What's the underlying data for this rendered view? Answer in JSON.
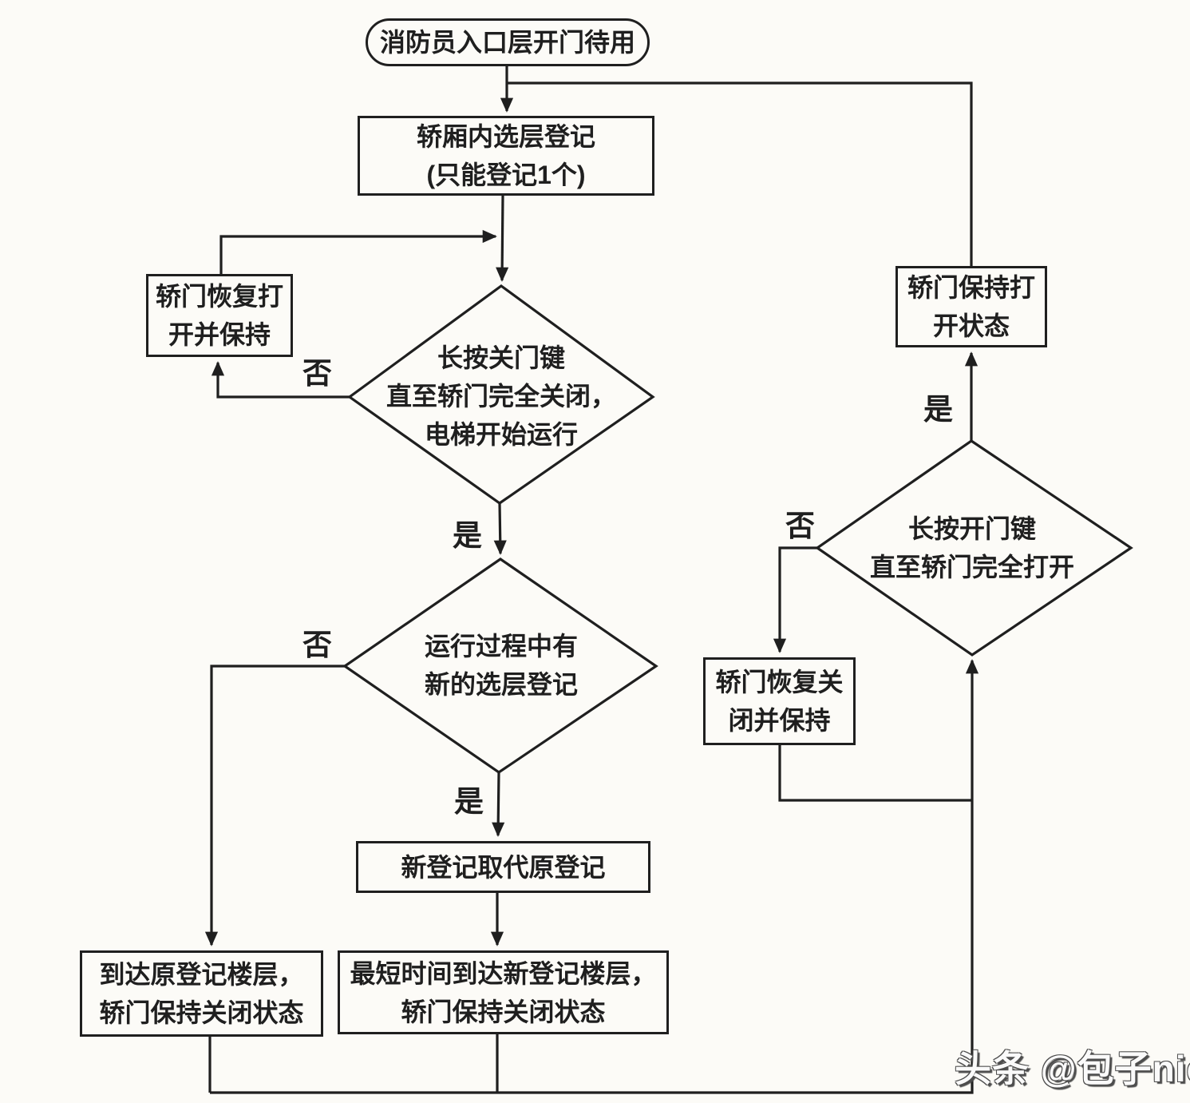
{
  "page": {
    "background": "#fcfbf7",
    "line_color": "#1f1f1f",
    "watermark_fill": "#fafafa",
    "watermark_shadow": "#4d4d4d"
  },
  "labels": {
    "yes": "是",
    "no": "否"
  },
  "watermark": "头条 @包子nie",
  "nodes": {
    "start": {
      "text": "消防员入口层开门待用"
    },
    "register": {
      "lines": [
        "轿厢内选层登记",
        "(只能登记1个)"
      ]
    },
    "door_reopen_hold": {
      "lines": [
        "轿门恢复打",
        "开并保持"
      ]
    },
    "close_door_decision": {
      "lines": [
        "长按关门键",
        "直至轿门完全关闭，",
        "电梯开始运行"
      ]
    },
    "new_registration_decision": {
      "lines": [
        "运行过程中有",
        "新的选层登记"
      ]
    },
    "replace_registration": {
      "lines": [
        "新登记取代原登记"
      ]
    },
    "arrive_original": {
      "lines": [
        "到达原登记楼层，",
        "轿门保持关闭状态"
      ]
    },
    "arrive_new": {
      "lines": [
        "最短时间到达新登记楼层，",
        "轿门保持关闭状态"
      ]
    },
    "door_stay_open": {
      "lines": [
        "轿门保持打",
        "开状态"
      ]
    },
    "open_door_decision": {
      "lines": [
        "长按开门键",
        "直至轿门完全打开"
      ]
    },
    "door_reclose_hold": {
      "lines": [
        "轿门恢复关",
        "闭并保持"
      ]
    }
  }
}
